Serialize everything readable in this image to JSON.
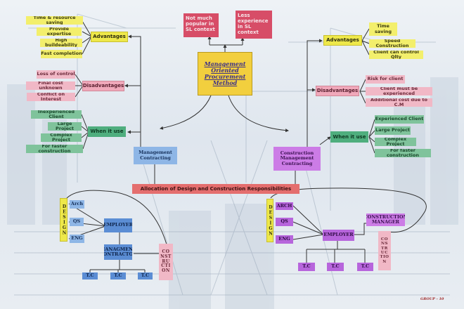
{
  "title": "Management Oriented Procurement Method",
  "top_notes": [
    "Not much popular in SL context",
    "Less experience in SL context"
  ],
  "left": {
    "method": "Management Contracting",
    "advantages_label": "Advantages",
    "advantages": [
      "Time & resource saving",
      "Provide expertise",
      "High buildeability",
      "Fast completion"
    ],
    "disadvantages_label": "Disadvantages",
    "disadvantages": [
      "Loss of control",
      "Final cost unknown",
      "Conflict on Interest"
    ],
    "when_label": "When it use",
    "when": [
      "Inexperienced Client",
      "Large Project",
      "Complex Project",
      "For faster construction"
    ]
  },
  "right": {
    "method": "Construction Management Contracting",
    "advantages_label": "Advantages",
    "advantages": [
      "Time saving",
      "Speed Construction",
      "Client can control Qlty"
    ],
    "disadvantages_label": "Disadvantages",
    "disadvantages": [
      "Risk for client",
      "Client must be experienced",
      "Additional cost due to C.M"
    ],
    "when_label": "When it use",
    "when": [
      "Experienced Client",
      "Large Project",
      "Complex Project",
      "For faster construction"
    ]
  },
  "allocation": "Allocation of Design and Construction Responsibilities",
  "left_structure": {
    "design": "DESIGN",
    "consultants": [
      "Arch",
      "QS",
      "ENG"
    ],
    "employer": "EMPLOYER",
    "manager": "MANAGMENT CONTRACTOR",
    "construction": "CONSTRUCTION",
    "contractors": [
      "T.C",
      "T.C",
      "T.C"
    ]
  },
  "right_structure": {
    "design": "DESIGN",
    "consultants": [
      "ARCH",
      "QS",
      "ENG"
    ],
    "employer": "EMPLOYER",
    "manager": "CONSTRUCTION MANAGER",
    "construction": "CONSTRUCTION",
    "contractors": [
      "T.C",
      "T.C",
      "T.C"
    ]
  },
  "credit": "GROUP - 10"
}
